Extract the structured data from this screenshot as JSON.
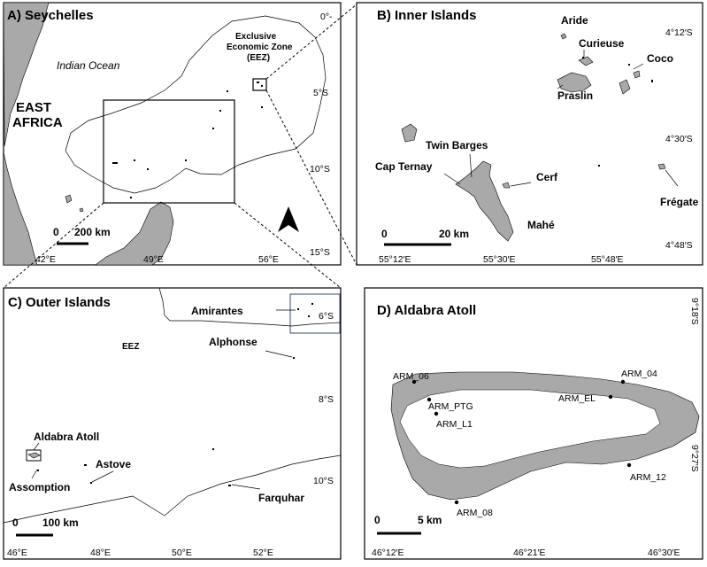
{
  "panels": {
    "a": {
      "title": "A) Seychelles",
      "ocean_label": "Indian Ocean",
      "east_africa_line1": "EAST",
      "east_africa_line2": "AFRICA",
      "eez_line1": "Exclusive",
      "eez_line2": "Economic Zone",
      "eez_line3": "(EEZ)",
      "scale_zero": "0",
      "scale_label": "200 km",
      "x_ticks": [
        "42°E",
        "49°E",
        "56°E"
      ],
      "y_ticks": [
        "0°-",
        "5°S",
        "10°S",
        "15°S"
      ]
    },
    "b": {
      "title": "B) Inner Islands",
      "islands": [
        "Aride",
        "Curieuse",
        "Coco",
        "Praslin",
        "Twin Barges",
        "Cap Ternay",
        "Cerf",
        "Mahé",
        "Frégate"
      ],
      "scale_zero": "0",
      "scale_label": "20 km",
      "x_ticks": [
        "55°12′E",
        "55°30′E",
        "55°48′E"
      ],
      "y_ticks": [
        "4°12′S",
        "4°30′S",
        "4°48′S"
      ]
    },
    "c": {
      "title": "C) Outer Islands",
      "labels": [
        "Amirantes",
        "EEZ",
        "Alphonse",
        "Aldabra Atoll",
        "Astove",
        "Assomption",
        "Farquhar"
      ],
      "scale_zero": "0",
      "scale_label": "100 km",
      "x_ticks": [
        "46°E",
        "48°E",
        "50°E",
        "52°E"
      ],
      "y_ticks": [
        "6°S",
        "8°S",
        "10°S"
      ]
    },
    "d": {
      "title": "D) Aldabra Atoll",
      "sites": [
        "ARM_06",
        "ARM_04",
        "ARM_PTG",
        "ARM_EL",
        "ARM_L1",
        "ARM_12",
        "ARM_08"
      ],
      "scale_zero": "0",
      "scale_label": "5 km",
      "x_ticks": [
        "46°12′E",
        "46°21′E",
        "46°30′E"
      ],
      "y_ticks": [
        "9°18′S",
        "9°27′S"
      ]
    }
  },
  "colors": {
    "land": "#a9a9a9",
    "frame": "#000000",
    "inset_frame": "#3a4a7a"
  }
}
